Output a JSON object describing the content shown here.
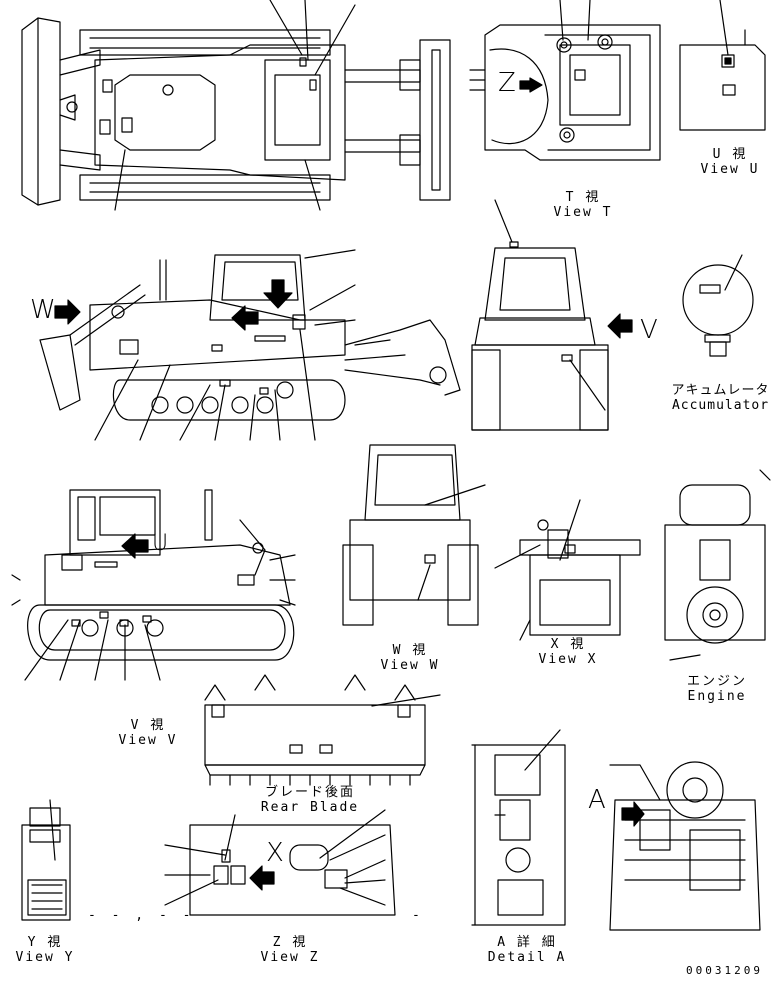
{
  "views": {
    "view_t": {
      "jp": "T 視",
      "en": "View T"
    },
    "view_u": {
      "jp": "U 視",
      "en": "View U"
    },
    "accumulator": {
      "jp": "アキュムレータ",
      "en": "Accumulator"
    },
    "view_w": {
      "jp": "W 視",
      "en": "View W"
    },
    "view_x": {
      "jp": "X 視",
      "en": "View X"
    },
    "engine": {
      "jp": "エンジン",
      "en": "Engine"
    },
    "view_v": {
      "jp": "V 視",
      "en": "View V"
    },
    "rear_blade": {
      "jp": "ブレード後面",
      "en": "Rear Blade"
    },
    "view_y": {
      "jp": "Y 視",
      "en": "View Y"
    },
    "view_z": {
      "jp": "Z 視",
      "en": "View Z"
    },
    "detail_a": {
      "jp": "A 詳 細",
      "en": "Detail A"
    }
  },
  "letters": {
    "W": "W",
    "V": "V",
    "A": "A",
    "Z": "Z",
    "X": "X",
    "U": "U"
  },
  "drawing_number": "00031209",
  "leader_dashes": "- - , - -",
  "leader_dashes_z": "-"
}
